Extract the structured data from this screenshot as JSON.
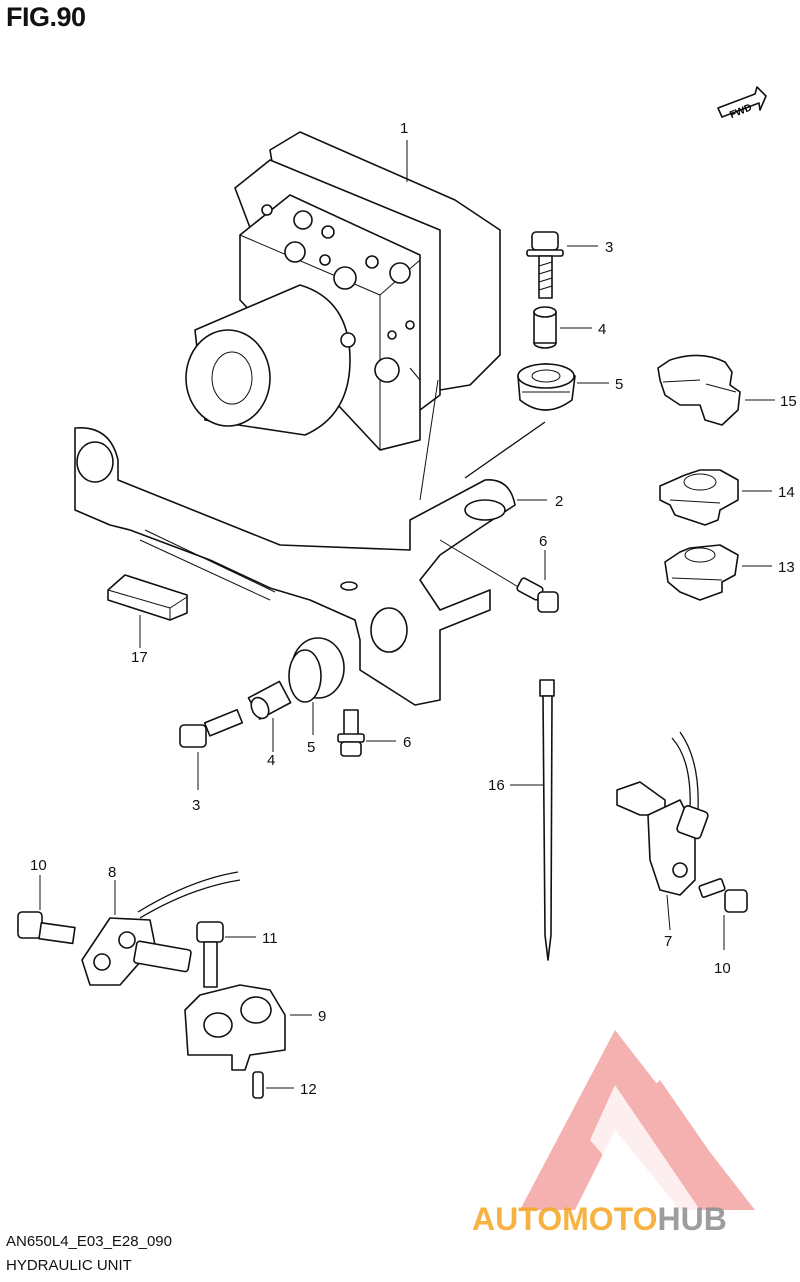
{
  "figure": {
    "title": "FIG.90"
  },
  "fwd_label": "FWD",
  "callouts": {
    "p1": "1",
    "p2": "2",
    "p3a": "3",
    "p3b": "3",
    "p4a": "4",
    "p4b": "4",
    "p5a": "5",
    "p5b": "5",
    "p6a": "6",
    "p6b": "6",
    "p7": "7",
    "p8": "8",
    "p9": "9",
    "p10a": "10",
    "p10b": "10",
    "p11": "11",
    "p12": "12",
    "p13": "13",
    "p14": "14",
    "p15": "15",
    "p16": "16",
    "p17": "17"
  },
  "footer": {
    "code": "AN650L4_E03_E28_090",
    "caption": "HYDRAULIC UNIT"
  },
  "watermark": {
    "text": "AUTOMOTOHUB",
    "part_orange": "AUTOMOTO",
    "part_gray": "HUB",
    "color_logo": "#f4a3a3",
    "color_orange": "#f5a623",
    "color_gray": "#8c8c8c"
  }
}
